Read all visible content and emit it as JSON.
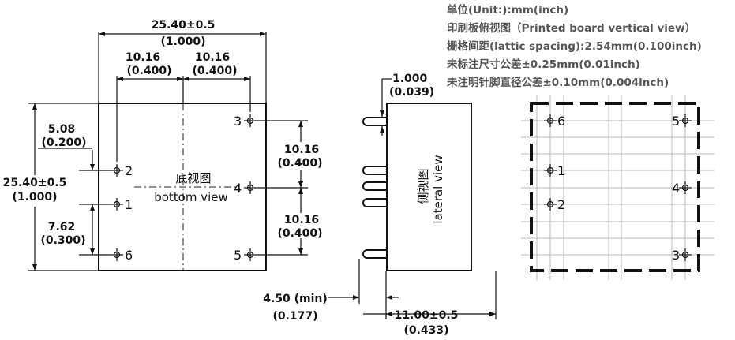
{
  "notes": [
    "单位(Unit:):mm(inch)",
    "印刷板俯视图（Printed board vertical view）",
    "栅格间距(lattic spacing):2.54mm(0.100inch)",
    "未标注尺寸公差±0.25mm(0.01inch)",
    "未注明针脚直径公差±0.10mm(0.004inch)"
  ],
  "bottom_view": {
    "label_cn": "底视图",
    "label_en": "bottom view",
    "width_mm": "25.40±0.5",
    "width_in": "(1.000)",
    "height_mm": "25.40±0.5",
    "height_in": "(1.000)",
    "left_spacing_mm": "10.16",
    "left_spacing_in": "(0.400)",
    "right_spacing_mm": "10.16",
    "right_spacing_in": "(0.400)",
    "top_offset_mm": "5.08",
    "top_offset_in": "(0.200)",
    "pin_gap_mm": "7.62",
    "pin_gap_in": "(0.300)",
    "right_upper_mm": "10.16",
    "right_upper_in": "(0.400)",
    "right_lower_mm": "10.16",
    "right_lower_in": "(0.400)",
    "pins": [
      "2",
      "1",
      "6",
      "3",
      "4",
      "5"
    ]
  },
  "lateral_view": {
    "label_cn": "侧视图",
    "label_en": "lateral view",
    "pin_dia_mm": "1.000",
    "pin_dia_in": "(0.039)",
    "pin_len_mm": "4.50 (min)",
    "pin_len_in": "(0.177)",
    "depth_mm": "11.00±0.5",
    "depth_in": "(0.433)"
  },
  "pcb_view": {
    "pins": [
      "6",
      "5",
      "1",
      "4",
      "2",
      "3"
    ]
  }
}
